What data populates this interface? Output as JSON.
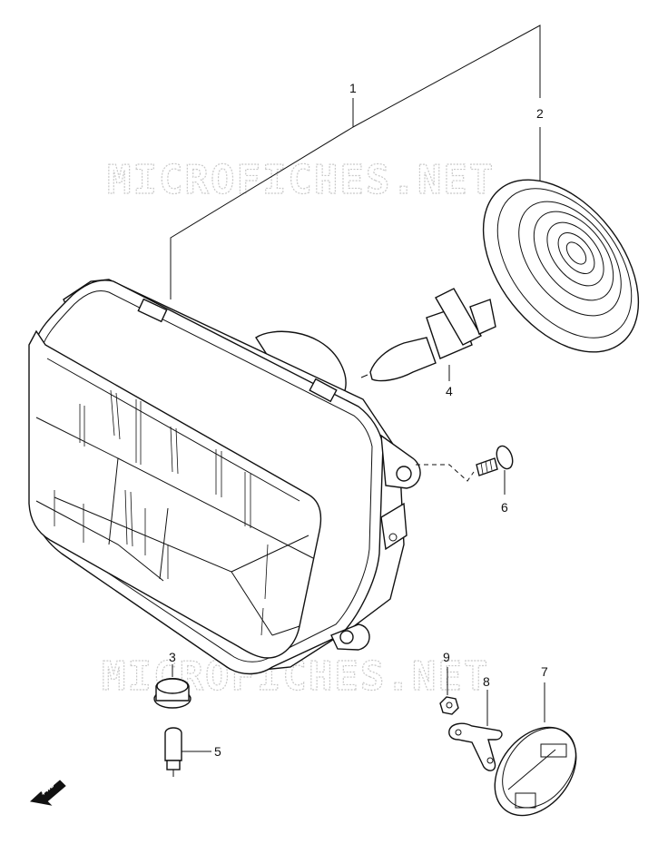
{
  "watermarks": [
    "MICROFICHES.NET",
    "MICROFICHES.NET"
  ],
  "callouts": {
    "c1": "1",
    "c2": "2",
    "c3": "3",
    "c4": "4",
    "c5": "5",
    "c6": "6",
    "c7": "7",
    "c8": "8",
    "c9": "9"
  },
  "fwd_label": "FWD",
  "icons": {
    "fwd": "fwd-arrow-icon"
  }
}
